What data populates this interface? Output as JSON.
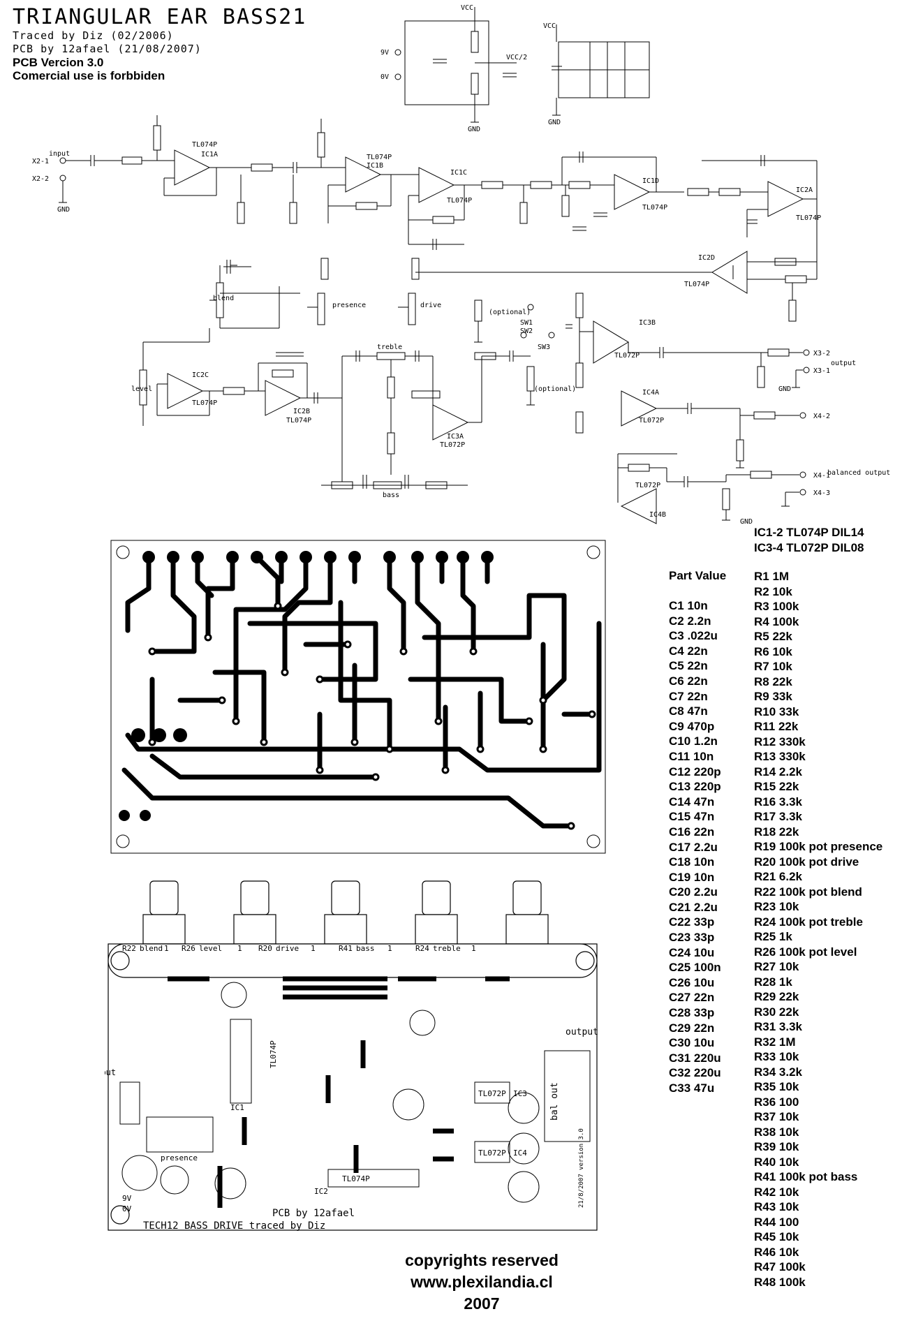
{
  "header": {
    "title": "TRIANGULAR EAR BASS21",
    "traced": "Traced by Diz (02/2006)",
    "pcb_by": "PCB by 12afael (21/08/2007)",
    "version": "PCB Vercion 3.0",
    "commercial": "Comercial use is forbbiden"
  },
  "schematic": {
    "ic_labels": [
      "TL074P",
      "IC1A",
      "TL074P",
      "IC1B",
      "IC1C",
      "TL074P",
      "IC1D",
      "TL074P",
      "IC2A",
      "TL074P",
      "IC2D",
      "TL074P",
      "IC2C",
      "TL074P",
      "IC2B",
      "TL074P",
      "IC3A",
      "TL072P",
      "IC3B",
      "TL072P",
      "IC4A",
      "TL072P",
      "IC4B",
      "TL072P"
    ],
    "io_labels": [
      "input",
      "X2-1",
      "X2-2",
      "GND",
      "output",
      "X3-2",
      "X3-1",
      "X4-2",
      "X4-1",
      "X4-3",
      "balanced output",
      "9V",
      "0V",
      "VCC",
      "VCC/2"
    ],
    "pot_labels": [
      "blend",
      "presence",
      "drive",
      "treble",
      "bass",
      "level"
    ],
    "switch_labels": [
      "SW1",
      "SW2",
      "SW3",
      "(optional)",
      "(optional)"
    ]
  },
  "ic_note": [
    "IC1-2 TL074P DIL14",
    "IC3-4 TL072P DIL08"
  ],
  "parts_header": "Part Value",
  "capacitors": [
    "C1 10n",
    "C2 2.2n",
    "C3 .022u",
    "C4 22n",
    "C5 22n",
    "C6 22n",
    "C7 22n",
    "C8 47n",
    "C9 470p",
    "C10 1.2n",
    "C11 10n",
    "C12 220p",
    "C13 220p",
    "C14 47n",
    "C15 47n",
    "C16 22n",
    "C17 2.2u",
    "C18 10n",
    "C19 10n",
    "C20 2.2u",
    "C21 2.2u",
    "C22 33p",
    "C23 33p",
    "C24 10u",
    "C25 100n",
    "C26 10u",
    "C27 22n",
    "C28 33p",
    "C29 22n",
    "C30 10u",
    "C31 220u",
    "C32 220u",
    "C33 47u"
  ],
  "resistors": [
    "R1 1M",
    "R2 10k",
    "R3 100k",
    "R4 100k",
    "R5 22k",
    "R6 10k",
    "R7 10k",
    "R8 22k",
    "R9 33k",
    "R10 33k",
    "R11 22k",
    "R12 330k",
    "R13 330k",
    "R14 2.2k",
    "R15 22k",
    "R16 3.3k",
    "R17 3.3k",
    "R18 22k",
    "R19 100k pot presence",
    "R20 100k pot drive",
    "R21 6.2k",
    "R22 100k pot blend",
    "R23 10k",
    "R24 100k pot treble",
    "R25 1k",
    "R26 100k pot level",
    "R27 10k",
    "R28 1k",
    "R29 22k",
    "R30 22k",
    "R31 3.3k",
    "R32 1M",
    "R33 10k",
    "R34 3.2k",
    "R35 10k",
    "R36 100",
    "R37 10k",
    "R38 10k",
    "R39 10k",
    "R40 10k",
    "R41 100k pot bass",
    "R42 10k",
    "R43 10k",
    "R44 100",
    "R45 10k",
    "R46 10k",
    "R47 100k",
    "R48 100k"
  ],
  "silkscreen": {
    "pots": [
      {
        "ref": "R22",
        "name": "blend"
      },
      {
        "ref": "R26",
        "name": "level"
      },
      {
        "ref": "R20",
        "name": "drive"
      },
      {
        "ref": "R41",
        "name": "bass"
      },
      {
        "ref": "R24",
        "name": "treble"
      }
    ],
    "pin_one": "1",
    "output_label": "output",
    "bal_out_label": "bal out",
    "input_label": "input",
    "presence_label": "presence",
    "footer1": "PCB by 12afael",
    "footer2": "TECH12 BASS DRIVE traced by Diz",
    "version_note": "21/8/2007 version 3.0",
    "chips": [
      "TL074P",
      "IC1",
      "TL074P",
      "IC2",
      "TL072P",
      "IC3",
      "TL072P",
      "IC4"
    ],
    "nine_v": "9V",
    "zero_v": "0V"
  },
  "footer": {
    "copyright": "copyrights reserved",
    "url": "www.plexilandia.cl",
    "year": "2007"
  }
}
